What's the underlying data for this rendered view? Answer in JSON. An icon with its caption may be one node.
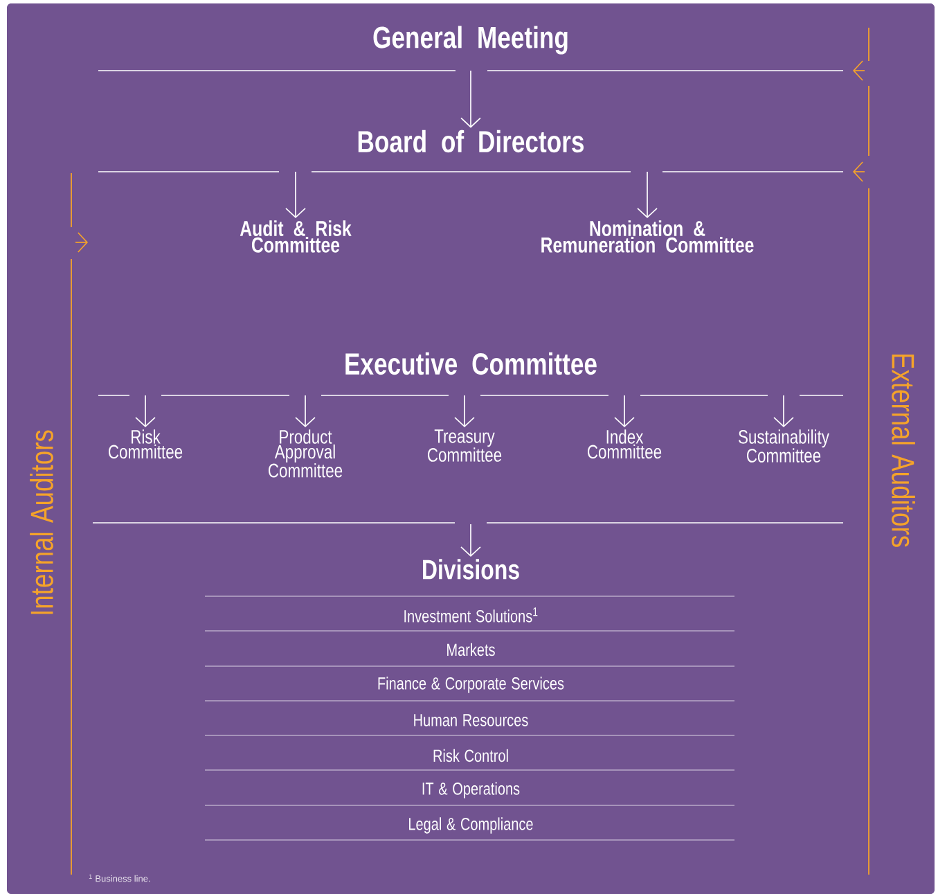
{
  "diagram": {
    "nodes": [
      {
        "text": [
          "General Meeting"
        ]
      },
      {
        "text": [
          "Board of Directors"
        ]
      },
      {
        "text": [
          "Audit & Risk Committee"
        ]
      },
      {
        "text": [
          "Nomination & Remuneration Committee"
        ]
      },
      {
        "text": [
          "Executive Committee"
        ]
      },
      {
        "text": [
          "Risk Committee"
        ]
      },
      {
        "text": [
          "Product Approval Committee"
        ]
      },
      {
        "text": [
          "Treasury Committee"
        ]
      },
      {
        "text": [
          "Index Committee"
        ]
      },
      {
        "text": [
          "Sustainability Committee"
        ]
      },
      {
        "text": [
          "Divisions"
        ]
      },
      {
        "text": [
          "Internal Auditors"
        ]
      },
      {
        "text": [
          "External Auditors"
        ]
      }
    ],
    "edges": [
      {
        "from": 0,
        "to": 1,
        "arrow": "to"
      },
      {
        "from": 1,
        "to": 2,
        "arrow": "to"
      },
      {
        "from": 1,
        "to": 3,
        "arrow": "to"
      },
      {
        "from": 4,
        "to": 5,
        "arrow": "to"
      },
      {
        "from": 4,
        "to": 6,
        "arrow": "to"
      },
      {
        "from": 4,
        "to": 7,
        "arrow": "to"
      },
      {
        "from": 4,
        "to": 8,
        "arrow": "to"
      },
      {
        "from": 4,
        "to": 9,
        "arrow": "to"
      },
      {
        "from": null,
        "to": 10,
        "arrow": "to"
      },
      {
        "from": 12,
        "to": 0,
        "arrow": "to",
        "color": "#f5a32a"
      },
      {
        "from": 12,
        "to": 1,
        "arrow": "to",
        "color": "#f5a32a"
      },
      {
        "from": 11,
        "to": null,
        "arrow": "to",
        "color": "#f5a32a"
      }
    ],
    "labels": [
      "Investment Solutions$^{1}$",
      "Markets",
      "Finance & Corporate Services",
      "Human Resources",
      "Risk Control",
      "IT & Operations",
      "Legal & Compliance",
      "$^{1}$ Business line."
    ]
  }
}
